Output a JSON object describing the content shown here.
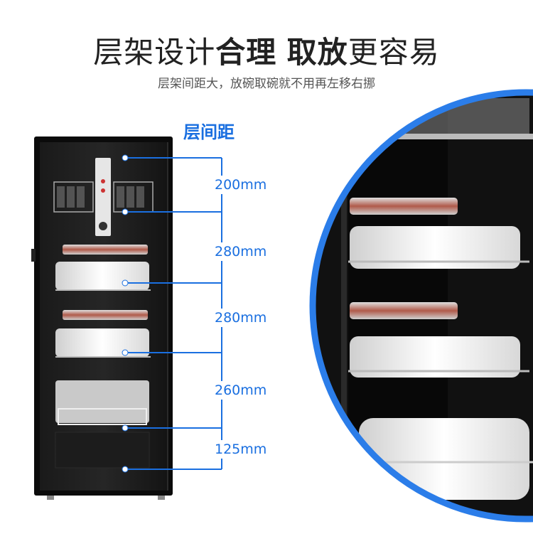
{
  "header": {
    "title_part1": "层架设计",
    "title_bold1": "合理",
    "title_bold2": "取放",
    "title_part2": "更容易",
    "subtitle": "层架间距大，放碗取碗就不用再左移右挪"
  },
  "diagram": {
    "spacing_label": "层间距",
    "dimensions": [
      "200mm",
      "280mm",
      "280mm",
      "260mm",
      "125mm"
    ]
  },
  "colors": {
    "accent": "#1a6fe0",
    "cabinet": "#0d0d0d",
    "circle_border": "#2b7de9"
  }
}
